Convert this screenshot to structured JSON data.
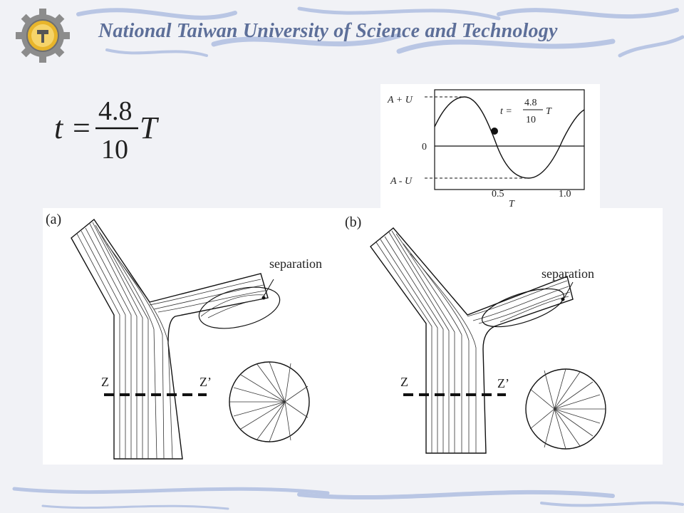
{
  "header": {
    "title": "National Taiwan University of Science and Technology",
    "logo_icon": "gear-logo-icon"
  },
  "formula": {
    "lhs": "t",
    "equals": "=",
    "numerator": "4.8",
    "denominator": "10",
    "rhs": "T"
  },
  "sine_chart": {
    "y_labels": [
      "A + U",
      "0",
      "A - U"
    ],
    "x_ticks": [
      "0.5",
      "1.0"
    ],
    "x_label": "T",
    "annotation": {
      "prefix": "t =",
      "numerator": "4.8",
      "denominator": "10",
      "suffix": "T"
    }
  },
  "flow_a": {
    "panel_label": "(a)",
    "separation_label": "separation",
    "left_section_label": "Z",
    "right_section_label": "Z’"
  },
  "flow_b": {
    "panel_label": "(b)",
    "separation_label": "separation",
    "left_section_label": "Z",
    "right_section_label": "Z’"
  },
  "colors": {
    "title": "#5d6f99",
    "background": "#f1f2f6",
    "swirl": "#a9b8dc",
    "gear": "#8a8a8a",
    "gold": "#e8b52b"
  }
}
